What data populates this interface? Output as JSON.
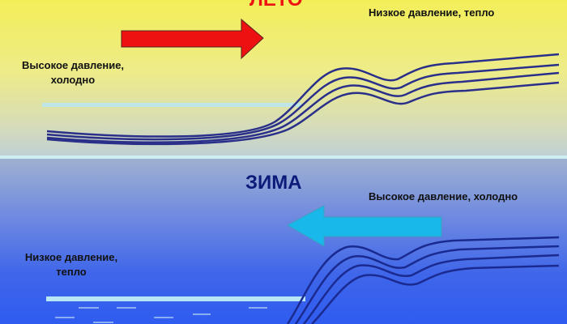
{
  "summer": {
    "title": "ЛЕТО",
    "left_label_line1": "Высокое давление,",
    "left_label_line2": "холодно",
    "right_label": "Низкое давление, тепло",
    "arrow_color": "#ee1111",
    "arrow_direction": "right"
  },
  "winter": {
    "title": "ЗИМА",
    "left_label_line1": "Низкое давление,",
    "left_label_line2": "тепло",
    "right_label": "Высокое давление, холодно",
    "arrow_color": "#19b8ea",
    "arrow_direction": "left"
  }
}
